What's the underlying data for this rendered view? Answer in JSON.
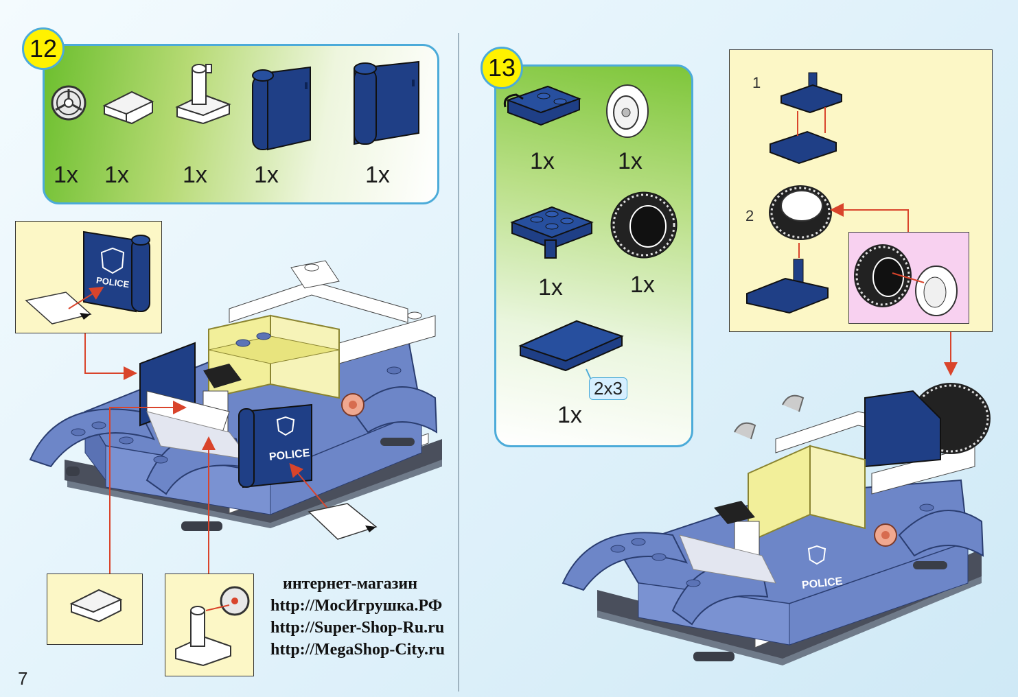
{
  "page_number": "7",
  "step12": {
    "number": "12",
    "parts": [
      {
        "icon": "steering-wheel-piece",
        "qty": "1x"
      },
      {
        "icon": "white-slope-brick",
        "qty": "1x"
      },
      {
        "icon": "white-seat-column",
        "qty": "1x"
      },
      {
        "icon": "blue-door-left",
        "qty": "1x"
      },
      {
        "icon": "blue-door-right",
        "qty": "1x"
      }
    ],
    "door_sticker_text": "POLICE",
    "car_sticker_text": "POLICE"
  },
  "step13": {
    "number": "13",
    "parts": [
      {
        "icon": "blue-plate-with-clip",
        "qty": "1x"
      },
      {
        "icon": "white-wheel-rim",
        "qty": "1x"
      },
      {
        "icon": "blue-plate-with-pin",
        "qty": "1x"
      },
      {
        "icon": "black-tire",
        "qty": "1x"
      },
      {
        "icon": "blue-tile",
        "qty": "1x"
      }
    ],
    "tile_size_label": "2x3",
    "substep_1": "1",
    "substep_2": "2",
    "car_sticker_text": "POLICE"
  },
  "shop": {
    "line1": "интернет-магазин",
    "line2": "http://МосИгрушка.РФ",
    "line3": "http://Super-Shop-Ru.ru",
    "line4": "http://MegaShop-City.ru"
  },
  "colors": {
    "panel_border": "#4cabd9",
    "brick_blue": "#1f3f86",
    "car_blue": "#6d86c8",
    "seat_yellow": "#f2ef9a",
    "arrow_red": "#d9442b",
    "step_badge": "#fff200"
  }
}
